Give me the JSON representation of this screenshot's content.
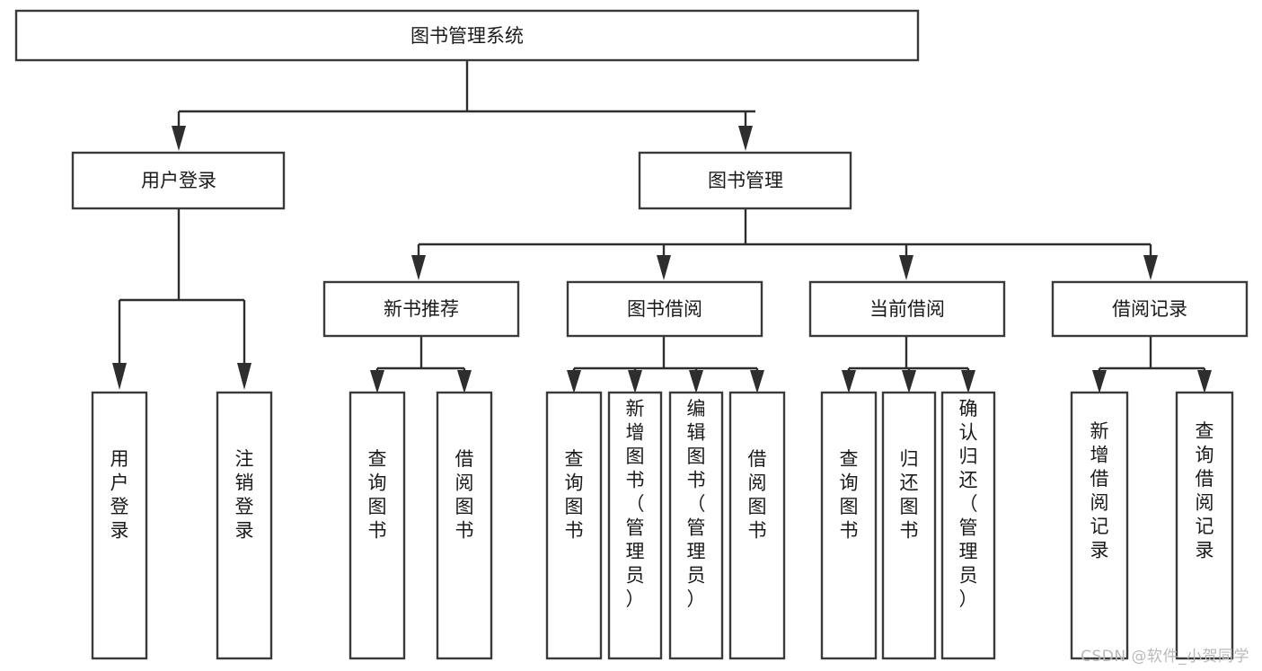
{
  "diagram": {
    "title": "图书管理系统",
    "type": "tree",
    "orientation": "top-down",
    "colors": {
      "box_fill": "#ffffff",
      "box_stroke": "#3a3a3a",
      "link_stroke": "#2e2e2e",
      "text": "#1a1a1a",
      "watermark": "#b9b9b9"
    },
    "root": {
      "id": "root",
      "label": "图书管理系统"
    },
    "level2": [
      {
        "id": "user-login",
        "label": "用户登录"
      },
      {
        "id": "book-manage",
        "label": "图书管理"
      }
    ],
    "level3": [
      {
        "id": "new-book-recommend",
        "label": "新书推荐",
        "parent": "book-manage"
      },
      {
        "id": "book-borrow",
        "label": "图书借阅",
        "parent": "book-manage"
      },
      {
        "id": "current-borrow",
        "label": "当前借阅",
        "parent": "book-manage"
      },
      {
        "id": "borrow-record",
        "label": "借阅记录",
        "parent": "book-manage"
      }
    ],
    "leaves": [
      {
        "id": "leaf-user-login",
        "label": "用户登录",
        "parent": "user-login"
      },
      {
        "id": "leaf-logout-login",
        "label": "注销登录",
        "parent": "user-login"
      },
      {
        "id": "leaf-query-book-1",
        "label": "查询图书",
        "parent": "new-book-recommend"
      },
      {
        "id": "leaf-borrow-book-1",
        "label": "借阅图书",
        "parent": "new-book-recommend"
      },
      {
        "id": "leaf-query-book-2",
        "label": "查询图书",
        "parent": "book-borrow"
      },
      {
        "id": "leaf-add-book",
        "label": "新增图书（管理员）",
        "parent": "book-borrow"
      },
      {
        "id": "leaf-edit-book",
        "label": "编辑图书（管理员）",
        "parent": "book-borrow"
      },
      {
        "id": "leaf-borrow-book-2",
        "label": "借阅图书",
        "parent": "book-borrow"
      },
      {
        "id": "leaf-query-book-3",
        "label": "查询图书",
        "parent": "current-borrow"
      },
      {
        "id": "leaf-return-book",
        "label": "归还图书",
        "parent": "current-borrow"
      },
      {
        "id": "leaf-confirm-return",
        "label": "确认归还（管理员）",
        "parent": "current-borrow"
      },
      {
        "id": "leaf-add-borrow-record",
        "label": "新增借阅记录",
        "parent": "borrow-record"
      },
      {
        "id": "leaf-query-borrow-record",
        "label": "查询借阅记录",
        "parent": "borrow-record"
      }
    ]
  },
  "watermark": {
    "text": "CSDN @软件_小贺同学"
  }
}
